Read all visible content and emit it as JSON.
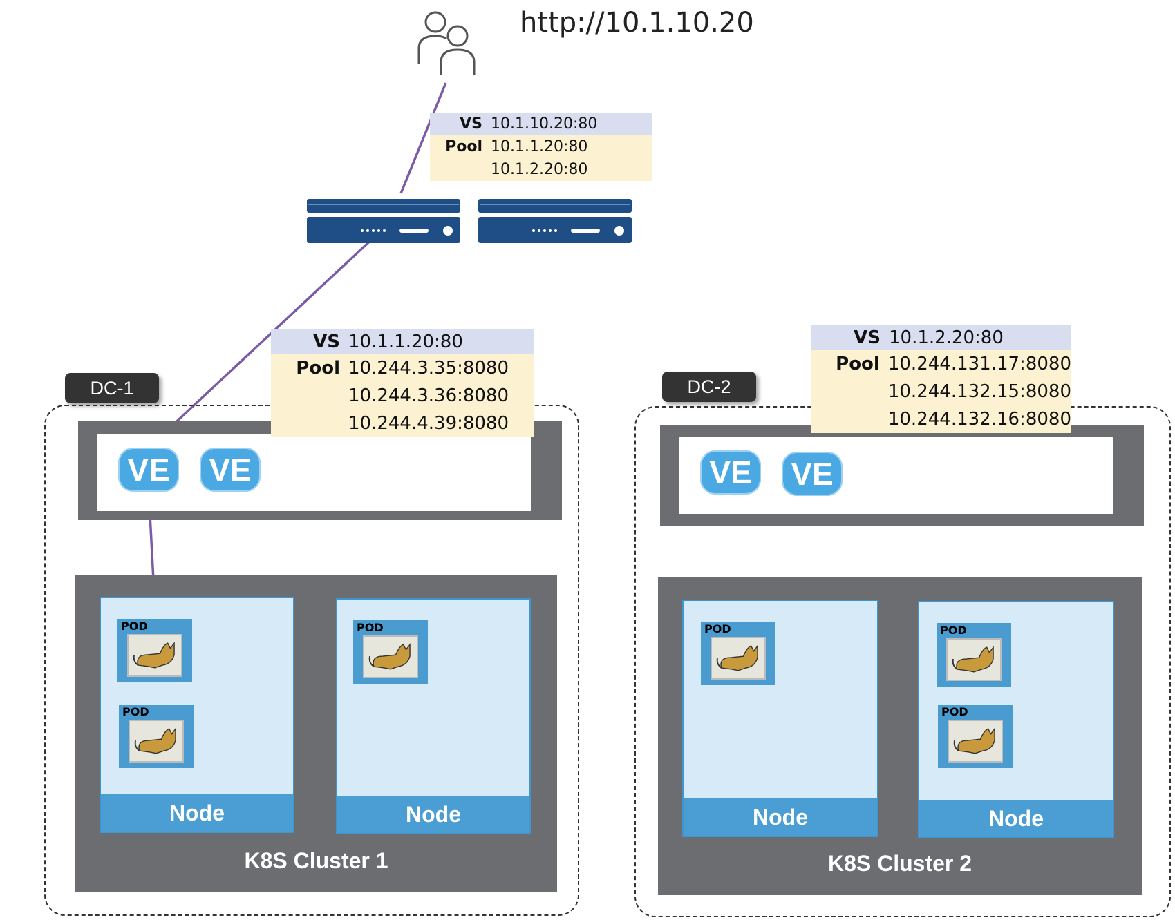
{
  "client": {
    "url": "http://10.1.10.20"
  },
  "top_vs": {
    "vs_label": "VS",
    "vs_addr": "10.1.10.20:80",
    "pool_label": "Pool",
    "pool_members": [
      "10.1.1.20:80",
      "10.1.2.20:80"
    ]
  },
  "dc1": {
    "tag": "DC-1",
    "vs": {
      "vs_label": "VS",
      "vs_addr": "10.1.1.20:80",
      "pool_label": "Pool",
      "pool_members": [
        "10.244.3.35:8080",
        "10.244.3.36:8080",
        "10.244.4.39:8080"
      ]
    },
    "ve_labels": [
      "VE",
      "VE"
    ],
    "nodes": [
      {
        "label": "Node",
        "pods": [
          "POD",
          "POD"
        ]
      },
      {
        "label": "Node",
        "pods": [
          "POD"
        ]
      }
    ],
    "cluster_label": "K8S Cluster 1"
  },
  "dc2": {
    "tag": "DC-2",
    "vs": {
      "vs_label": "VS",
      "vs_addr": "10.1.2.20:80",
      "pool_label": "Pool",
      "pool_members": [
        "10.244.131.17:8080",
        "10.244.132.15:8080",
        "10.244.132.16:8080"
      ]
    },
    "ve_labels": [
      "VE",
      "VE"
    ],
    "nodes": [
      {
        "label": "Node",
        "pods": [
          "POD"
        ]
      },
      {
        "label": "Node",
        "pods": [
          "POD",
          "POD"
        ]
      }
    ],
    "cluster_label": "K8S Cluster 2"
  },
  "colors": {
    "path": "#7b5aa6",
    "ve": "#4aa8e2",
    "node": "#4b9ed3",
    "grey": "#6c6d70",
    "lb": "#1f4e86"
  }
}
